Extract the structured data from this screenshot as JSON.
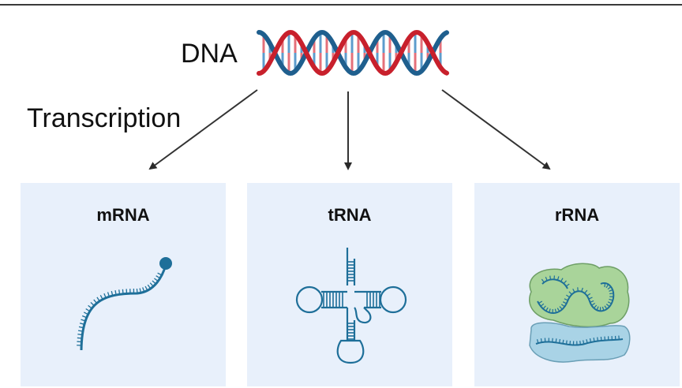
{
  "dna_label": "DNA",
  "process_label": "Transcription",
  "panels": [
    {
      "title": "mRNA"
    },
    {
      "title": "tRNA"
    },
    {
      "title": "rRNA"
    }
  ],
  "colors": {
    "dna_strand_red": "#c8202c",
    "dna_strand_blue": "#1f5f8e",
    "rna_blue": "#1e6f99",
    "rrna_green": "#a9d49a",
    "rrna_blue": "#a9d3e6",
    "panel_bg": "#e8f0fb"
  }
}
